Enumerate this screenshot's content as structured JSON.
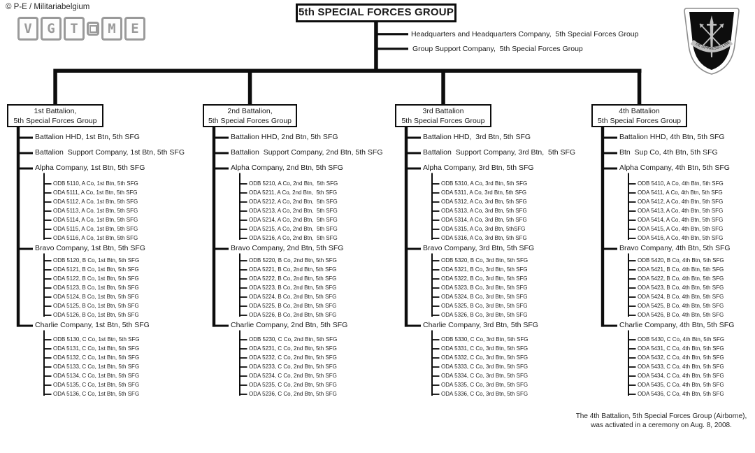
{
  "header": {
    "copyright": "© P-E / Militariabelgium",
    "logo_letters": [
      "V",
      "G",
      "T",
      "I",
      "M",
      "E"
    ]
  },
  "root": {
    "title": "5th SPECIAL FORCES GROUP"
  },
  "group_units": [
    "Headquarters and Headquarters Company,  5th Special Forces Group",
    "Group Support Company,  5th Special Forces Group"
  ],
  "battalions": [
    {
      "box_line1": "1st Battalion,",
      "box_line2": "5th Special Forces Group",
      "units": [
        "Battalion HHD, 1st Btn, 5th SFG",
        "Battalion  Support Company, 1st Btn, 5th SFG"
      ],
      "companies": [
        {
          "label": "Alpha Company, 1st Btn, 5th SFG",
          "teams": [
            "ODB 5110, A Co, 1st Btn, 5th SFG",
            "ODA 5111, A Co, 1st Btn, 5th SFG",
            "ODA 5112, A Co, 1st Btn, 5th SFG",
            "ODA 5113, A Co, 1st Btn, 5th SFG",
            "ODA 5114, A Co, 1st Btn, 5th SFG",
            "ODA 5115, A Co, 1st Btn, 5th SFG",
            "ODA 5116, A Co, 1st Btn, 5th SFG"
          ]
        },
        {
          "label": "Bravo Company, 1st Btn, 5th SFG",
          "teams": [
            "ODB 5120, B Co, 1st Btn, 5th SFG",
            "ODA 5121, B Co, 1st Btn, 5th SFG",
            "ODA 5122, B Co, 1st Btn, 5th SFG",
            "ODA 5123, B Co, 1st Btn, 5th SFG",
            "ODA 5124, B Co, 1st Btn, 5th SFG",
            "ODA 5125, B Co, 1st Btn, 5th SFG",
            "ODA 5126, B Co, 1st Btn, 5th SFG"
          ]
        },
        {
          "label": "Charlie Company, 1st Btn, 5th SFG",
          "teams": [
            "ODB 5130, C Co, 1st Btn, 5th SFG",
            "ODA 5131, C Co, 1st Btn, 5th SFG",
            "ODA 5132, C Co, 1st Btn, 5th SFG",
            "ODA 5133, C Co, 1st Btn, 5th SFG",
            "ODA 5134, C Co, 1st Btn, 5th SFG",
            "ODA 5135, C Co, 1st Btn, 5th SFG",
            "ODA 5136, C Co, 1st Btn, 5th SFG"
          ]
        }
      ]
    },
    {
      "box_line1": "2nd Battalion,",
      "box_line2": "5th Special Forces Group",
      "units": [
        "Battalion HHD, 2nd Btn, 5th SFG",
        "Battalion  Support Company, 2nd Btn, 5th SFG"
      ],
      "companies": [
        {
          "label": "Alpha Company, 2nd Btn, 5th SFG",
          "teams": [
            "ODB 5210, A Co, 2nd Btn,  5th SFG",
            "ODA 5211, A Co, 2nd Btn,  5th SFG",
            "ODA 5212, A Co, 2nd Btn,  5th SFG",
            "ODA 5213, A Co, 2nd Btn,  5th SFG",
            "ODA 5214, A Co, 2nd Btn,  5th SFG",
            "ODA 5215, A Co, 2nd Btn,  5th SFG",
            "ODA 5216, A Co, 2nd Btn,  5th SFG"
          ]
        },
        {
          "label": "Bravo Company, 2nd Btn, 5th SFG",
          "teams": [
            "ODB 5220, B Co, 2nd Btn, 5th SFG",
            "ODA 5221, B Co, 2nd Btn, 5th SFG",
            "ODA 5222, B Co, 2nd Btn, 5th SFG",
            "ODA 5223, B Co, 2nd Btn, 5th SFG",
            "ODA 5224, B Co, 2nd Btn, 5th SFG",
            "ODA 5225, B Co, 2nd Btn, 5th SFG",
            "ODA 5226, B Co, 2nd Btn, 5th SFG"
          ]
        },
        {
          "label": "Charlie Company, 2nd Btn, 5th SFG",
          "teams": [
            "ODB 5230, C Co, 2nd Btn, 5th SFG",
            "ODA 5231, C Co, 2nd Btn, 5th SFG",
            "ODA 5232, C Co, 2nd Btn, 5th SFG",
            "ODA 5233, C Co, 2nd Btn, 5th SFG",
            "ODA 5234, C Co, 2nd Btn, 5th SFG",
            "ODA 5235, C Co, 2nd Btn, 5th SFG",
            "ODA 5236, C Co, 2nd Btn, 5th SFG"
          ]
        }
      ]
    },
    {
      "box_line1": "3rd Battalion",
      "box_line2": "5th Special Forces Group",
      "units": [
        "Battalion HHD,  3rd Btn, 5th SFG",
        "Battalion  Support Company, 3rd Btn,  5th SFG"
      ],
      "companies": [
        {
          "label": "Alpha Company, 3rd Btn, 5th SFG",
          "teams": [
            "ODB 5310, A Co, 3rd Btn, 5th SFG",
            "ODA 5311, A Co, 3rd Btn, 5th SFG",
            "ODA 5312, A Co, 3rd Btn, 5th SFG",
            "ODA 5313, A Co, 3rd Btn, 5th SFG",
            "ODA 5314, A Co, 3rd Btn, 5th SFG",
            "ODA 5315, A Co, 3rd Btn, 5thSFG",
            "ODA 5316, A Co, 3rd Btn, 5th SFG"
          ]
        },
        {
          "label": "Bravo Company, 3rd Btn, 5th SFG",
          "teams": [
            "ODB 5320, B Co, 3rd Btn, 5th SFG",
            "ODA 5321, B Co, 3rd Btn, 5th SFG",
            "ODA 5322, B Co, 3rd Btn, 5th SFG",
            "ODA 5323, B Co, 3rd Btn, 5th SFG",
            "ODA 5324, B Co, 3rd Btn, 5th SFG",
            "ODA 5325, B Co, 3rd Btn, 5th SFG",
            "ODA 5326, B Co, 3rd Btn, 5th SFG"
          ]
        },
        {
          "label": "Charlie Company, 3rd Btn, 5th SFG",
          "teams": [
            "ODB 5330, C Co, 3rd Btn, 5th SFG",
            "ODA 5331, C Co, 3rd Btn, 5th SFG",
            "ODA 5332, C Co, 3rd Btn, 5th SFG",
            "ODA 5333, C Co, 3rd Btn, 5th SFG",
            "ODA 5334, C Co, 3rd Btn, 5th SFG",
            "ODA 5335, C Co, 3rd Btn, 5th SFG",
            "ODA 5336, C Co, 3rd Btn, 5th SFG"
          ]
        }
      ]
    },
    {
      "box_line1": "4th Battalion",
      "box_line2": "5th Special Forces Group",
      "units": [
        "Battalion HHD, 4th Btn, 5th SFG",
        "Btn  Sup Co, 4th Btn, 5th SFG"
      ],
      "companies": [
        {
          "label": "Alpha Company, 4th Btn, 5th SFG",
          "teams": [
            "ODB 5410, A Co, 4th Btn, 5th SFG",
            "ODA 5411, A Co, 4th Btn, 5th SFG",
            "ODA 5412, A Co, 4th Btn, 5th SFG",
            "ODA 5413, A Co, 4th Btn, 5th SFG",
            "ODA 5414, A Co, 4th Btn, 5th SFG",
            "ODA 5415, A Co, 4th Btn, 5th SFG",
            "ODA 5416, A Co, 4th Btn, 5th SFG"
          ]
        },
        {
          "label": "Bravo Company, 4th Btn, 5th SFG",
          "teams": [
            "ODB 5420, B Co, 4th Btn, 5th SFG",
            "ODA 5421, B Co, 4th Btn, 5th SFG",
            "ODA 5422, B Co, 4th Btn, 5th SFG",
            "ODA 5423, B Co, 4th Btn, 5th SFG",
            "ODA 5424, B Co, 4th Btn, 5th SFG",
            "ODA 5425, B Co, 4th Btn, 5th SFG",
            "ODA 5426, B Co, 4th Btn, 5th SFG"
          ]
        },
        {
          "label": "Charlie Company, 4th Btn, 5th SFG",
          "teams": [
            "ODB 5430, C Co, 4th Btn, 5th SFG",
            "ODA 5431, C Co, 4th Btn, 5th SFG",
            "ODA 5432, C Co, 4th Btn, 5th SFG",
            "ODA 5433, C Co, 4th Btn, 5th SFG",
            "ODA 5434, C Co, 4th Btn, 5th SFG",
            "ODA 5435, C Co, 4th Btn, 5th SFG",
            "ODA 5436, C Co, 4th Btn, 5th SFG"
          ]
        }
      ]
    }
  ],
  "flash": {
    "motto": "DE OPPRESSO LIBER"
  },
  "footnote": {
    "line1": "The 4th Battalion, 5th Special Forces Group (Airborne),",
    "line2": "was activated in a ceremony on Aug. 8, 2008."
  },
  "colors": {
    "line": "#0d0d0d",
    "crest_silver": "#c0c0c0",
    "flash_black": "#0d0d0d"
  }
}
